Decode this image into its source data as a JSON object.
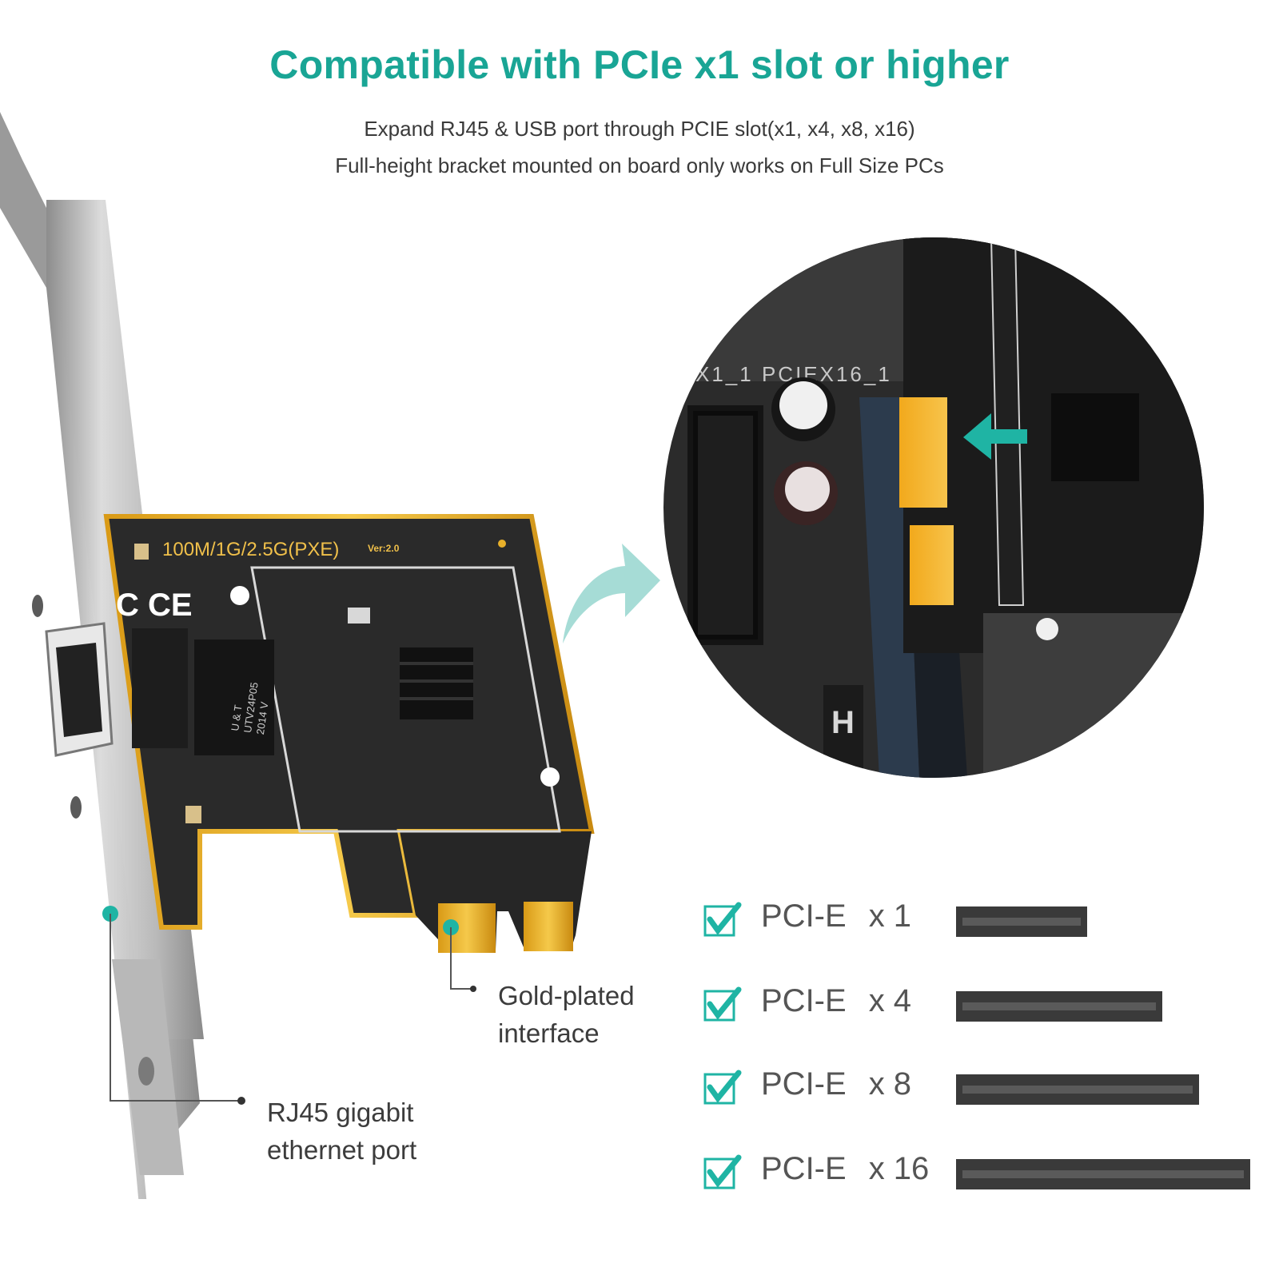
{
  "header": {
    "title": "Compatible with PCIe x1 slot or higher",
    "subtitle_line1": "Expand RJ45 & USB port through PCIE slot(x1, x4, x8, x16)",
    "subtitle_line2": "Full-height bracket mounted on board only works on Full Size PCs"
  },
  "card": {
    "speed_label": "100M/1G/2.5G(PXE)",
    "version_label": "Ver:2.0",
    "chip_label_line1": "U & T",
    "chip_label_line2": "UTV24P05",
    "chip_label_line3": "2014 V"
  },
  "zoom": {
    "slot_label": "X1_1  PCIEX16_1"
  },
  "callouts": {
    "gold_line1": "Gold-plated",
    "gold_line2": "interface",
    "rj45_line1": "RJ45 gigabit",
    "rj45_line2": "ethernet port"
  },
  "compat": [
    {
      "name": "PCI-E",
      "mult": "x 1"
    },
    {
      "name": "PCI-E",
      "mult": "x 4"
    },
    {
      "name": "PCI-E",
      "mult": "x 8"
    },
    {
      "name": "PCI-E",
      "mult": "x 16"
    }
  ],
  "colors": {
    "accent": "#19a595",
    "check": "#1fb4a4",
    "gold": "#e8b02a"
  }
}
